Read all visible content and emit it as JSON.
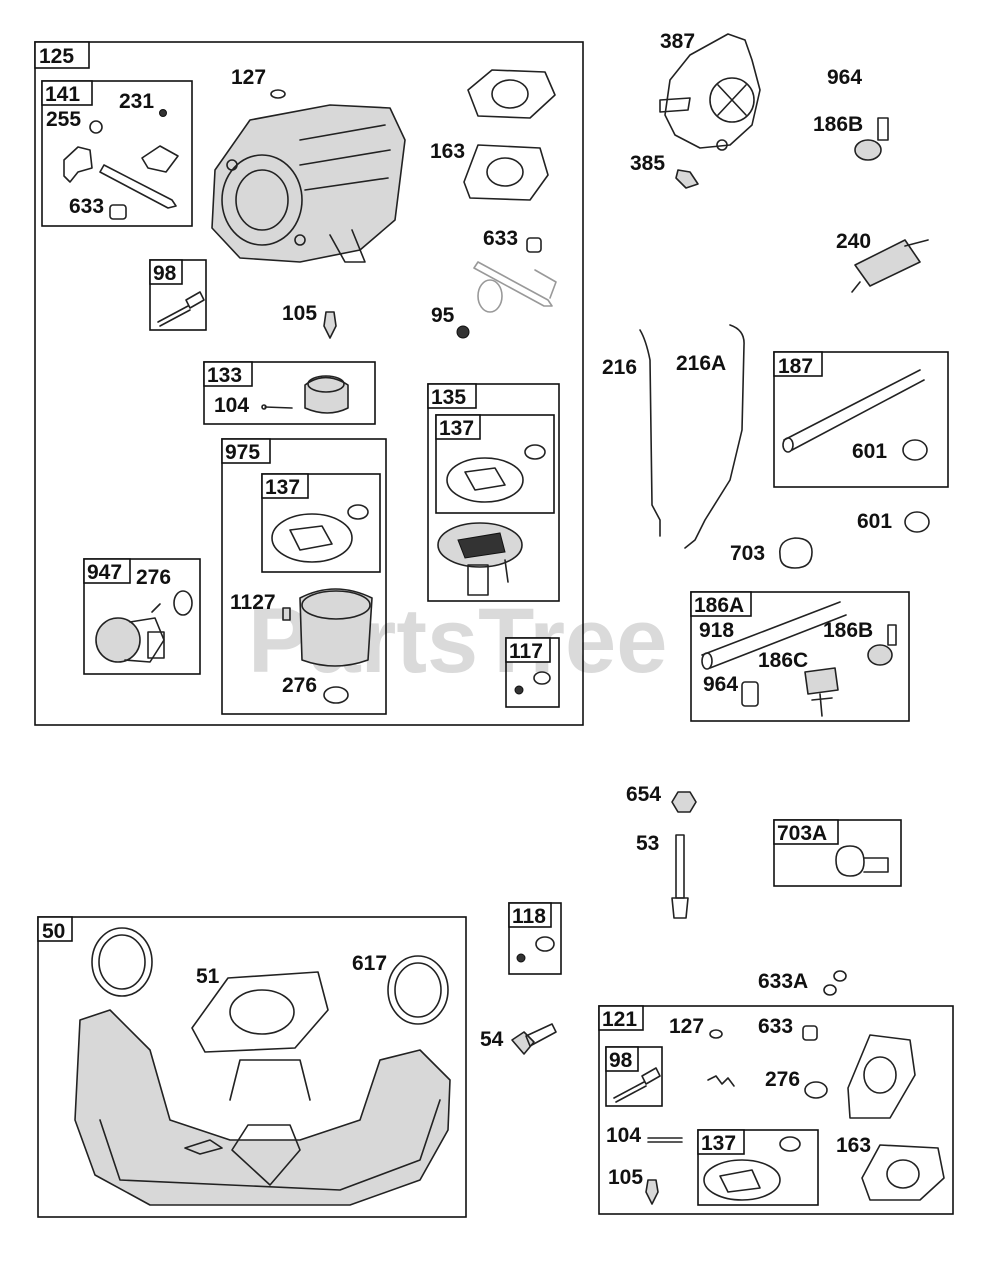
{
  "watermark": "PartsTree",
  "boxes": {
    "b125": "125",
    "b141": "141",
    "b98a": "98",
    "b133": "133",
    "b135": "135",
    "b137a": "137",
    "b975": "975",
    "b137b": "137",
    "b947": "947",
    "b117": "117",
    "b187": "187",
    "b186A": "186A",
    "b703A": "703A",
    "b50": "50",
    "b118": "118",
    "b121": "121",
    "b98b": "98",
    "b137c": "137"
  },
  "labels": {
    "l127a": "127",
    "l231": "231",
    "l255": "255",
    "l633a": "633",
    "l163a": "163",
    "l633b": "633",
    "l105a": "105",
    "l95": "95",
    "l104a": "104",
    "l276a": "276",
    "l1127": "1127",
    "l276b": "276",
    "l387": "387",
    "l964a": "964",
    "l186Ba": "186B",
    "l385": "385",
    "l240": "240",
    "l216": "216",
    "l216A": "216A",
    "l601a": "601",
    "l601b": "601",
    "l703": "703",
    "l918": "918",
    "l186Bb": "186B",
    "l186C": "186C",
    "l964b": "964",
    "l654": "654",
    "l53": "53",
    "l51": "51",
    "l617": "617",
    "l54": "54",
    "l633A": "633A",
    "l127b": "127",
    "l633c": "633",
    "l276c": "276",
    "l104b": "104",
    "l163b": "163",
    "l105b": "105"
  }
}
